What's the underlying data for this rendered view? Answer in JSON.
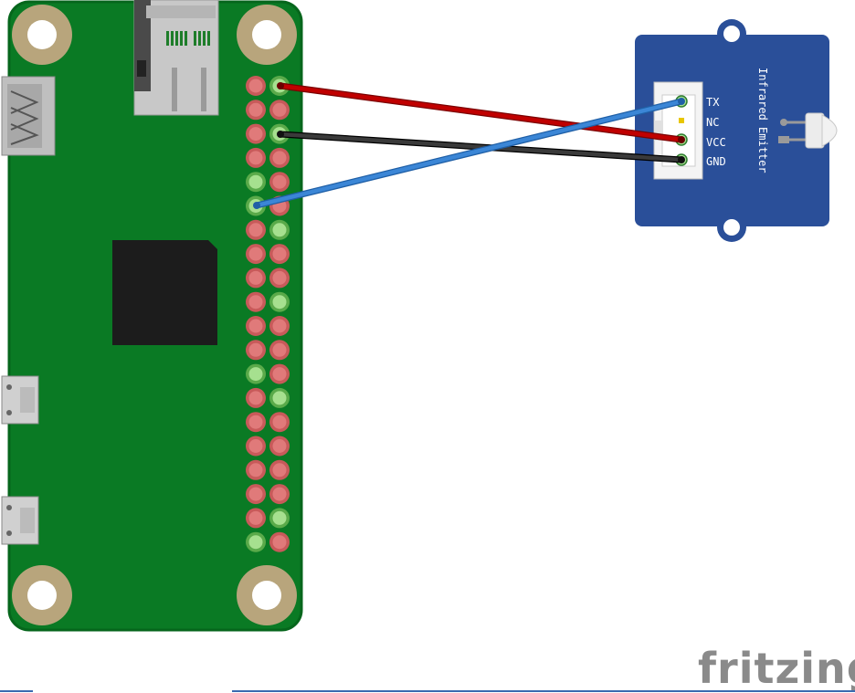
{
  "module": {
    "title": "Infrared Emitter",
    "pins": [
      "TX",
      "NC",
      "VCC",
      "GND"
    ]
  },
  "brand": "fritzing",
  "colors": {
    "board": "#0a7a24",
    "board_edge": "#06661c",
    "module": "#2a4f99",
    "wire_vcc": "#c00000",
    "wire_gnd": "#2a2a2a",
    "wire_tx": "#3b86d6",
    "pin_red": "#e07a7a",
    "pin_green": "#a6e08f",
    "hole_pad": "#b8a57c"
  },
  "wires": [
    {
      "name": "vcc",
      "color": "wire_vcc"
    },
    {
      "name": "gnd",
      "color": "wire_gnd"
    },
    {
      "name": "tx",
      "color": "wire_tx"
    }
  ]
}
